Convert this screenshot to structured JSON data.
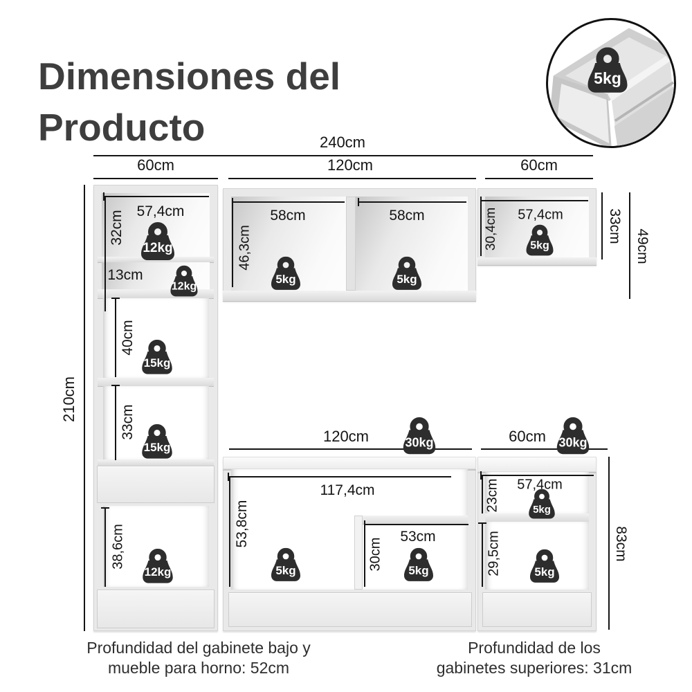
{
  "page": {
    "title": "Dimensiones del Producto"
  },
  "inset": {
    "weight_label": "5kg"
  },
  "top_dims": {
    "total_width": "240cm",
    "left_width": "60cm",
    "center_width": "120cm",
    "right_width": "60cm"
  },
  "left_tower": {
    "height_total": "210cm",
    "shelf1": {
      "width": "57,4cm",
      "height": "32cm",
      "capacity": "12kg"
    },
    "shelf2": {
      "height": "13cm",
      "capacity": "12kg"
    },
    "shelf3": {
      "height": "40cm",
      "capacity": "15kg"
    },
    "shelf4": {
      "height": "33cm",
      "capacity": "15kg"
    },
    "shelf5": {
      "height": "38,6cm",
      "capacity": "12kg"
    }
  },
  "upper_center_cabinet": {
    "height": "46,3cm",
    "left_compartment": {
      "width": "58cm",
      "capacity": "5kg"
    },
    "right_compartment": {
      "width": "58cm",
      "capacity": "5kg"
    }
  },
  "upper_right_cabinet": {
    "inner_height": "30,4cm",
    "inner_width": "57,4cm",
    "capacity": "5kg",
    "cabinet_height": "33cm",
    "total_height": "49cm"
  },
  "countertop": {
    "center_width": "120cm",
    "center_capacity": "30kg",
    "right_width": "60cm",
    "right_capacity": "30kg"
  },
  "base_center_cabinet": {
    "inner_width": "117,4cm",
    "inner_height": "53,8cm",
    "capacity": "5kg",
    "oven_compartment": {
      "width": "53cm",
      "height": "30cm",
      "capacity": "5kg"
    }
  },
  "base_right_cabinet": {
    "shelf1": {
      "height": "23cm",
      "width": "57,4cm",
      "capacity": "5kg"
    },
    "shelf2": {
      "height": "29,5cm",
      "capacity": "5kg"
    },
    "total_height": "83cm"
  },
  "footnotes": {
    "left": [
      "Profundidad del gabinete bajo y",
      "mueble para horno: 52cm"
    ],
    "right": [
      "Profundidad de los",
      "gabinetes superiores: 31cm"
    ]
  }
}
